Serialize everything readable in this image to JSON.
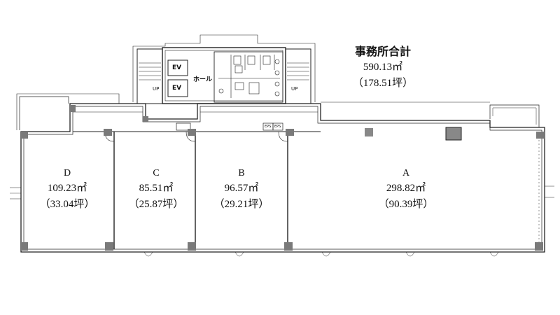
{
  "summary": {
    "title": "事務所合計",
    "area": "590.13㎡",
    "tsubo": "（178.51坪）"
  },
  "rooms": [
    {
      "id": "A",
      "name": "A",
      "area": "298.82㎡",
      "tsubo": "（90.39坪）"
    },
    {
      "id": "B",
      "name": "B",
      "area": "96.57㎡",
      "tsubo": "（29.21坪）"
    },
    {
      "id": "C",
      "name": "C",
      "area": "85.51㎡",
      "tsubo": "（25.87坪）"
    },
    {
      "id": "D",
      "name": "D",
      "area": "109.23㎡",
      "tsubo": "（33.04坪）"
    }
  ],
  "core": {
    "hall": "ホール",
    "ev1": "EV",
    "ev2": "EV",
    "up_left": "UP",
    "up_right": "UP",
    "eps1": "EPS",
    "eps2": "EPS"
  }
}
